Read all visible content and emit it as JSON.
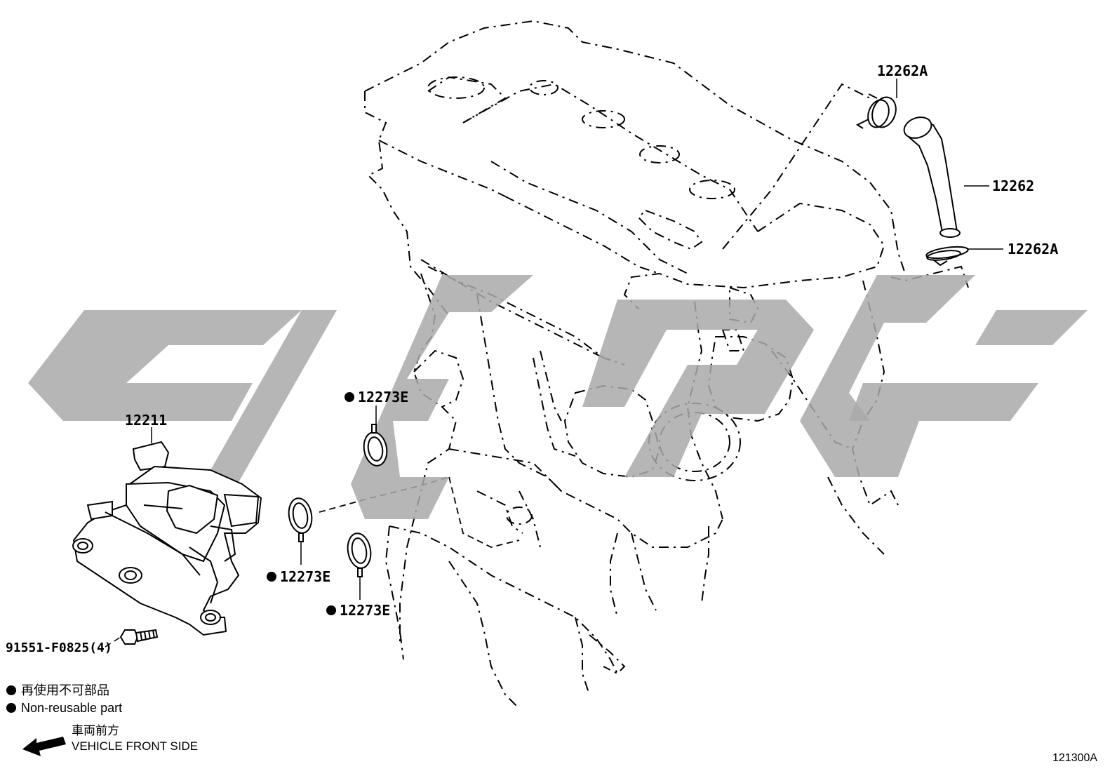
{
  "parts": {
    "hose_clamp_upper": "12262A",
    "ventilation_hose": "12262",
    "hose_clamp_lower": "12262A",
    "oil_separator": "12211",
    "gasket_top": "12273E",
    "gasket_left": "12273E",
    "gasket_right": "12273E",
    "bolt": "91551-F0825(4)"
  },
  "legend": {
    "non_reusable_jp": "再使用不可部品",
    "non_reusable_en": "Non-reusable part"
  },
  "orientation": {
    "front_jp": "車両前方",
    "front_en": "VEHICLE FRONT SIDE"
  },
  "diagram_code": "121300A",
  "icons": {
    "non_reusable_marker": "filled-circle",
    "front_direction": "arrow-left-icon"
  },
  "colors": {
    "line": "#000000",
    "watermark": "#a9a9a9",
    "background": "#ffffff"
  }
}
